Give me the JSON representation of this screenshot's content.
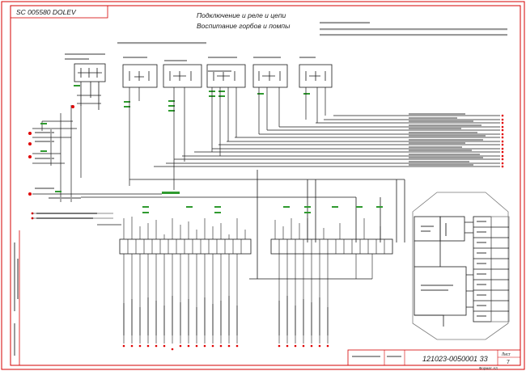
{
  "sheet": {
    "doc_code": "SC 005580 DOLEV",
    "title_lines": [
      "Подключение и реле и цепи",
      "Воспитание горбов и помпы"
    ],
    "drawing_number": "121023-0050001 33",
    "sheet_label": "Лист",
    "sheet_number": "7",
    "format_label": "Формат А3"
  },
  "colors": {
    "line": "#1a1a1a",
    "frame": "#d40000",
    "accent": "#e00000",
    "label": "#2f9a2f",
    "faint": "#9a9a9a"
  },
  "notes": {
    "lines": [
      "",
      "",
      ""
    ]
  },
  "zones": {
    "relay_group_label": "",
    "top_left_label": ""
  },
  "wire_marker_labels": [
    "",
    "",
    "",
    "",
    "",
    "",
    "",
    "",
    "",
    "",
    "",
    "",
    "",
    "",
    ""
  ],
  "left_terminal_labels": [
    "",
    "",
    "",
    "",
    ""
  ],
  "sidebar_label": ""
}
